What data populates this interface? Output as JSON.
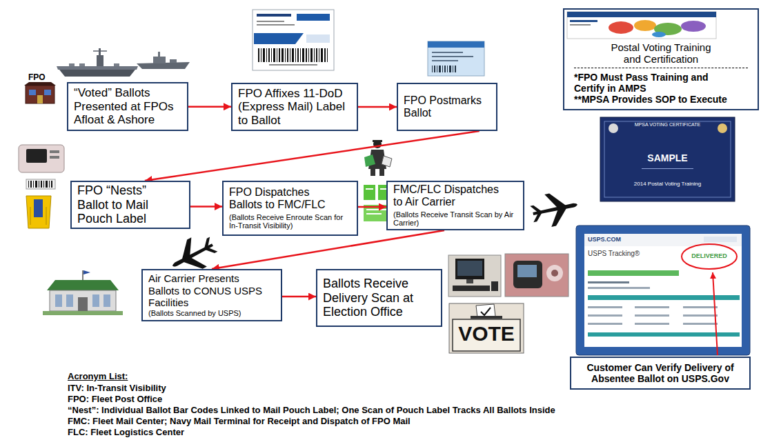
{
  "diagram": {
    "nodes": [
      {
        "text": [
          "“Voted” Ballots Presented at FPOs Afloat & Ashore"
        ]
      },
      {
        "text": [
          "FPO Affixes 11-DoD (Express Mail) Label to Ballot"
        ]
      },
      {
        "text": [
          "FPO Postmarks Ballot"
        ]
      },
      {
        "text": [
          "FPO “Nests” Ballot to Mail Pouch Label"
        ]
      },
      {
        "text": [
          "FPO Dispatches Ballots to FMC/FLC",
          "(Ballots Receive Enroute Scan for In-Transit Visibility)"
        ]
      },
      {
        "text": [
          "FMC/FLC Dispatches to Air Carrier",
          "(Ballots Receive Transit Scan by Air Carrier)"
        ]
      },
      {
        "text": [
          "Air Carrier Presents Ballots to CONUS USPS Facilities",
          "(Ballots Scanned by USPS)"
        ]
      },
      {
        "text": [
          "Ballots Receive Delivery Scan at Election Office"
        ]
      },
      {
        "text": [
          "Postal Voting Training and Certification",
          "*FPO Must Pass Training and Certify in AMPS",
          "**MPSA Provides SOP to Execute"
        ]
      },
      {
        "text": [
          "Customer Can Verify Delivery of Absentee Ballot on USPS.Gov"
        ]
      }
    ],
    "edges": [
      {
        "from": 0,
        "to": 1,
        "arrow": "to"
      },
      {
        "from": 1,
        "to": 2,
        "arrow": "to"
      },
      {
        "from": 2,
        "to": 3,
        "arrow": "to"
      },
      {
        "from": 3,
        "to": 4,
        "arrow": "to"
      },
      {
        "from": 4,
        "to": 5,
        "arrow": "to"
      },
      {
        "from": 5,
        "to": 6,
        "arrow": "to"
      },
      {
        "from": 6,
        "to": 7,
        "arrow": "to"
      }
    ],
    "labels": [
      "FPO",
      "MPSA VOTING CERTIFICATE",
      "SAMPLE",
      "2014 Postal Voting Training",
      "USPS.COM",
      "USPS Tracking®",
      "DELIVERED",
      "VOTE",
      "Acronym List:",
      "ITV: In-Transit Visibility",
      "FPO: Fleet Post Office",
      "“Nest”: Individual Ballot Bar Codes Linked to Mail Pouch Label; One Scan of Pouch Label Tracks All Ballots Inside",
      "FMC: Fleet Mail Center; Navy Mail Terminal for Receipt and Dispatch of FPO Mail",
      "FLC: Fleet Logistics Center"
    ]
  }
}
